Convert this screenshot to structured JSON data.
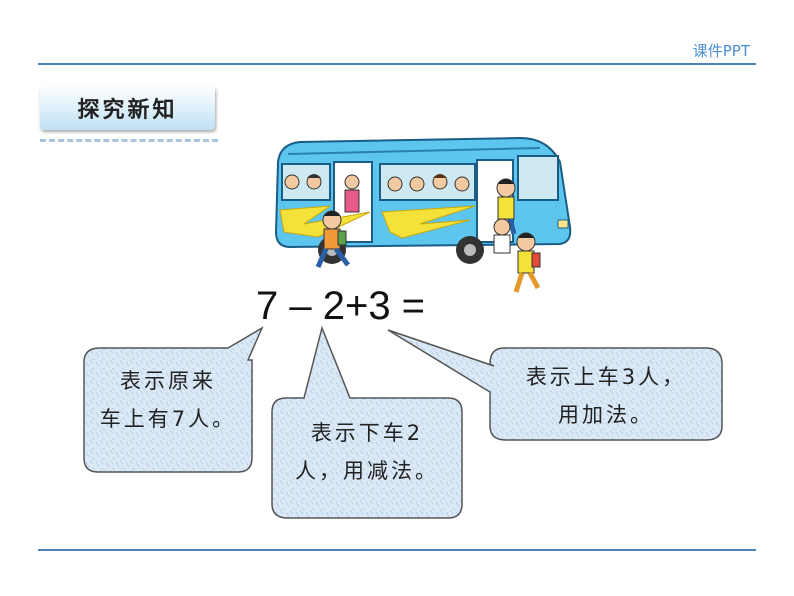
{
  "header": {
    "brand": "课件PPT"
  },
  "section": {
    "title": "探究新知"
  },
  "equation": {
    "text": "7 – 2+3 ="
  },
  "callouts": {
    "left": {
      "line1": "表示原来",
      "line2": "车上有7人。"
    },
    "middle": {
      "line1": "表示下车2",
      "line2": "人，用减法。"
    },
    "right": {
      "line1": "表示上车3人，",
      "line2": "用加法。"
    }
  },
  "colors": {
    "accent": "#4f81bd",
    "bubble_fill": "#dbe9f6",
    "bus_body": "#5cc6ee",
    "bus_stripe": "#f4e23a"
  }
}
